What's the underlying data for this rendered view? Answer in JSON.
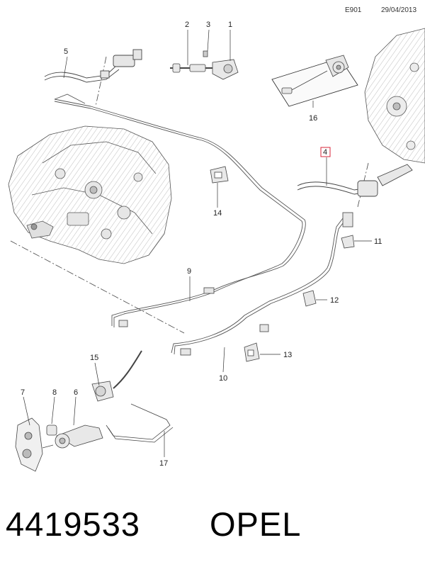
{
  "header": {
    "code": "E901",
    "date": "29/04/2013"
  },
  "highlight_color": "#d9253a",
  "callouts": [
    {
      "id": "c1",
      "label": "1"
    },
    {
      "id": "c2",
      "label": "2"
    },
    {
      "id": "c3",
      "label": "3"
    },
    {
      "id": "c4",
      "label": "4",
      "highlighted": true
    },
    {
      "id": "c5",
      "label": "5"
    },
    {
      "id": "c6",
      "label": "6"
    },
    {
      "id": "c7",
      "label": "7"
    },
    {
      "id": "c8",
      "label": "8"
    },
    {
      "id": "c9",
      "label": "9"
    },
    {
      "id": "c10",
      "label": "10"
    },
    {
      "id": "c11",
      "label": "11"
    },
    {
      "id": "c12",
      "label": "12"
    },
    {
      "id": "c13",
      "label": "13"
    },
    {
      "id": "c14",
      "label": "14"
    },
    {
      "id": "c15",
      "label": "15"
    },
    {
      "id": "c16",
      "label": "16"
    },
    {
      "id": "c17",
      "label": "17"
    }
  ],
  "footer": {
    "part_number": "4419533",
    "brand": "OPEL"
  }
}
